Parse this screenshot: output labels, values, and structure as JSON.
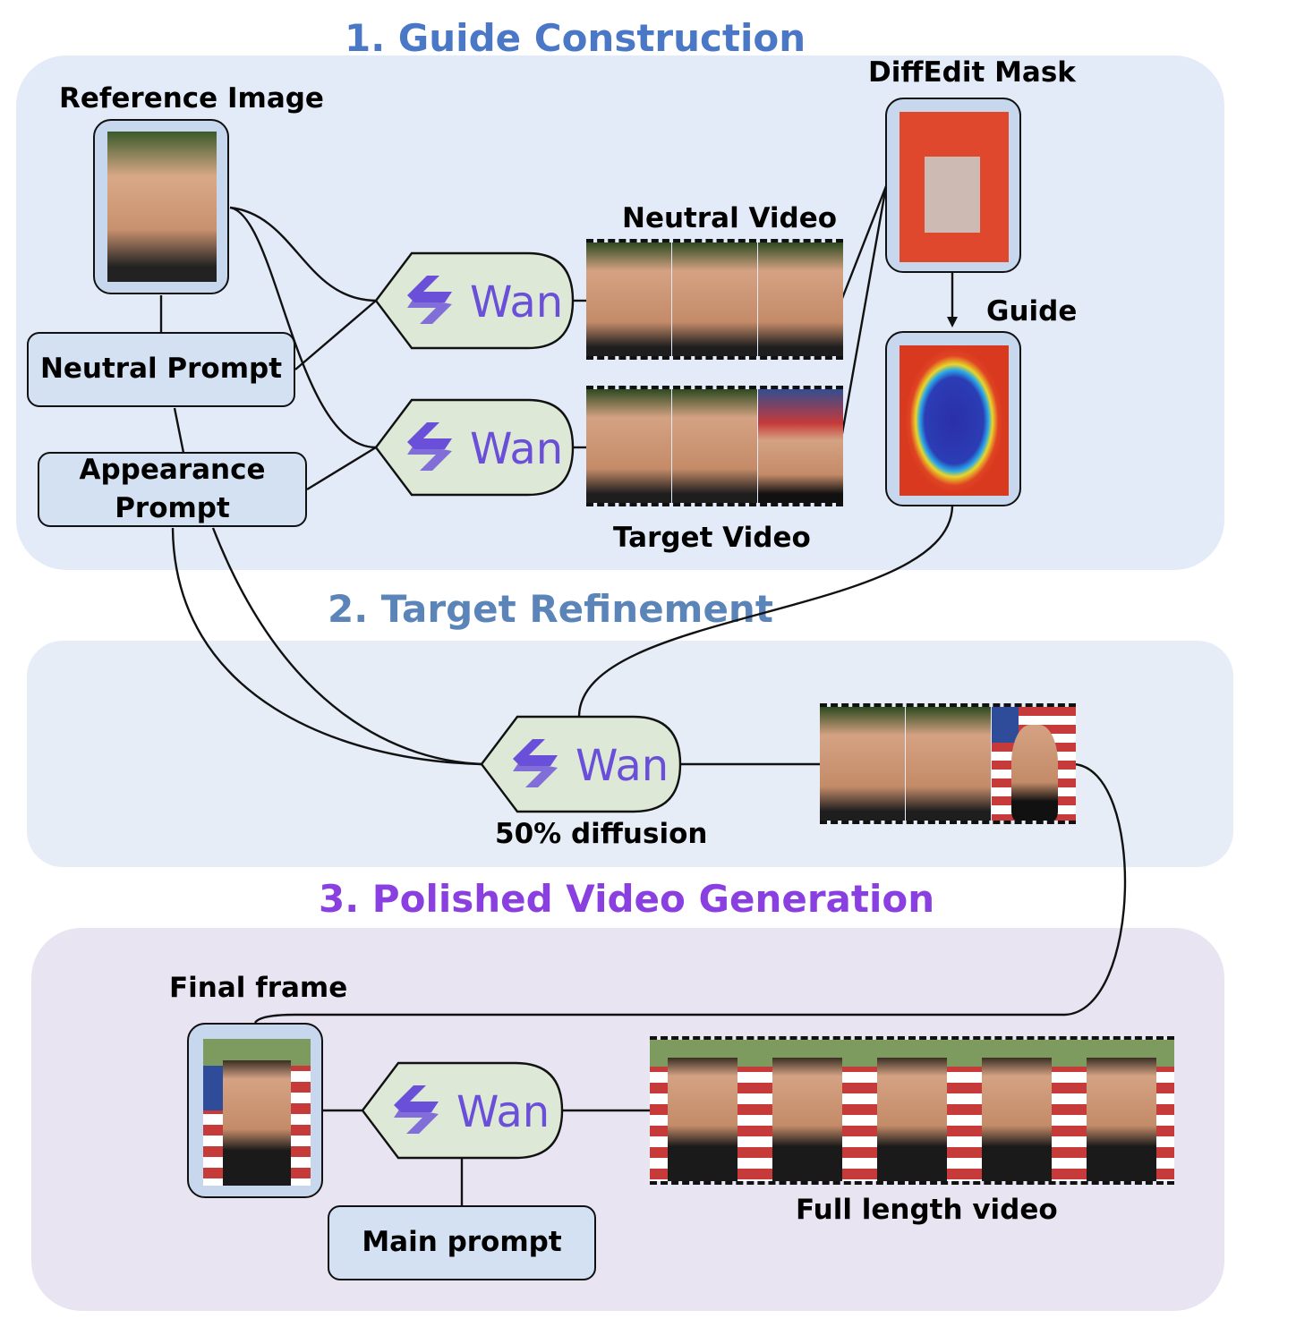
{
  "sections": {
    "guide_construction": "1. Guide Construction",
    "target_refinement": "2. Target Refinement",
    "polished_generation": "3. Polished Video Generation"
  },
  "labels": {
    "reference_image": "Reference Image",
    "diffedit_mask": "DiffEdit Mask",
    "neutral_video": "Neutral Video",
    "guide": "Guide",
    "target_video": "Target Video",
    "diffusion": "50% diffusion",
    "final_frame": "Final frame",
    "full_length_video": "Full length video"
  },
  "prompts": {
    "neutral": "Neutral Prompt",
    "appearance_line1": "Appearance",
    "appearance_line2": "Prompt",
    "main": "Main prompt"
  },
  "model": {
    "name": "Wan",
    "icon": "wan-logo-icon"
  },
  "colors": {
    "section1_title": "#4a78c6",
    "section2_title": "#5b84b8",
    "section3_title": "#8a3fe0",
    "panel1_bg": "#e4ebf8",
    "panel2_bg": "#e6edf6",
    "panel3_bg": "#e8e4f1",
    "model_fill": "#dde9d6",
    "model_text": "#6a4fd8",
    "prompt_fill": "#d3e1f2"
  }
}
